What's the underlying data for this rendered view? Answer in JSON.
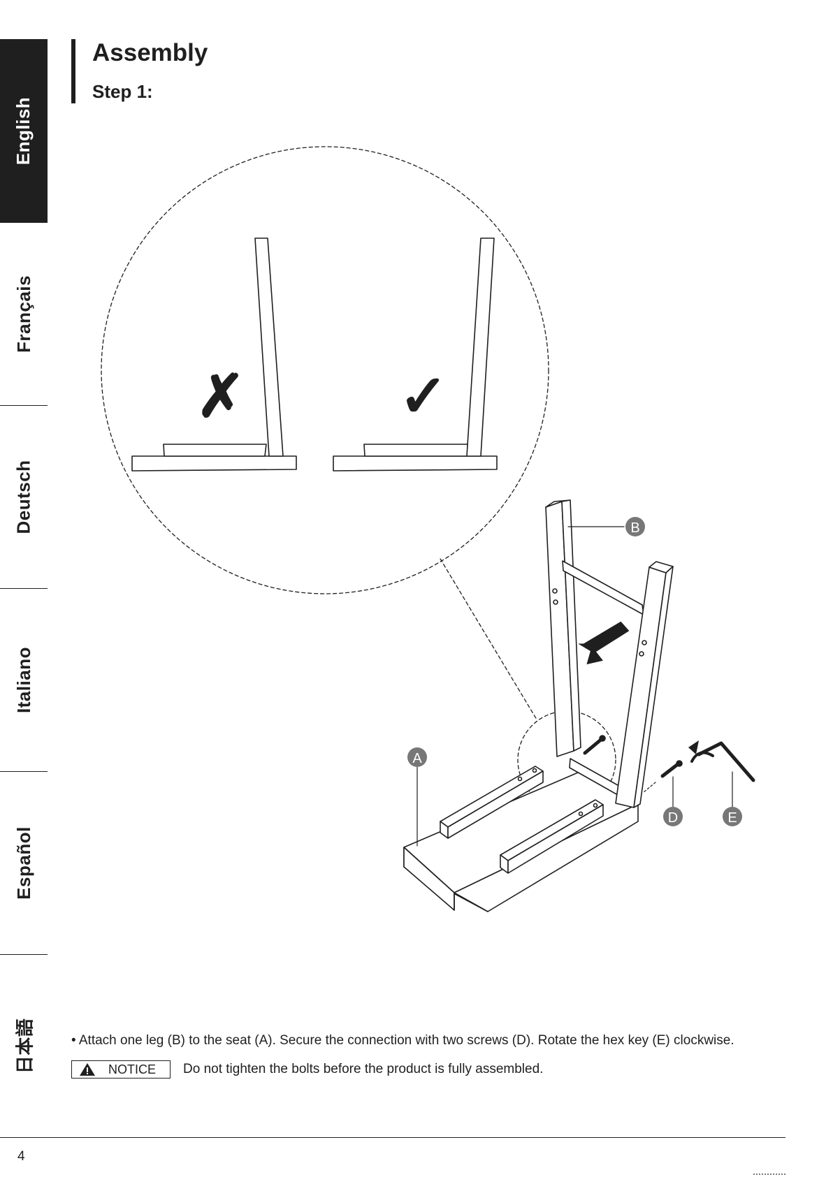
{
  "languages": [
    {
      "label": "English",
      "active": true
    },
    {
      "label": "Français",
      "active": false
    },
    {
      "label": "Deutsch",
      "active": false
    },
    {
      "label": "Italiano",
      "active": false
    },
    {
      "label": "Español",
      "active": false
    },
    {
      "label": "日本語",
      "active": false
    }
  ],
  "heading": {
    "title": "Assembly",
    "step": "Step 1:"
  },
  "illustration": {
    "callouts": {
      "seat": "A",
      "leg": "B",
      "screw": "D",
      "hex_key": "E"
    },
    "wrong_mark": "✗",
    "correct_mark": "✓"
  },
  "instructions": {
    "text": "• Attach one leg (B) to the seat (A). Secure the connection with two screws (D). Rotate the hex key (E) clockwise.",
    "notice_label": "NOTICE",
    "notice_text": "Do not tighten the bolts before the product is fully assembled."
  },
  "footer": {
    "page_number": "4"
  },
  "colors": {
    "ink": "#1f1f1f",
    "callout_fill": "#777777"
  }
}
